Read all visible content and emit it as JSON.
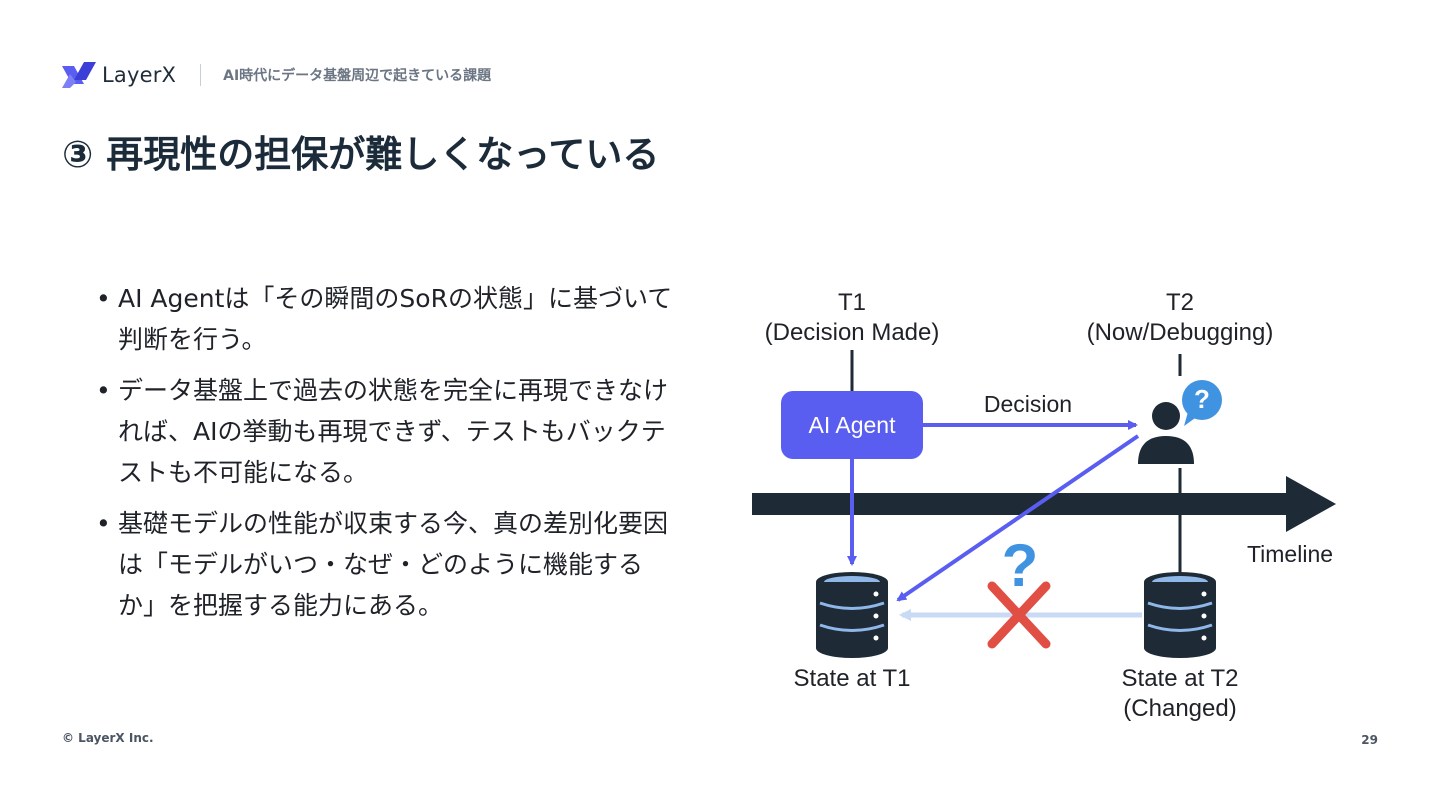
{
  "header": {
    "brand": "LayerX",
    "section_title": "AI時代にデータ基盤周辺で起きている課題"
  },
  "title": "③ 再現性の担保が難しくなっている",
  "bullets": [
    "AI Agentは「その瞬間のSoRの状態」に基づいて判断を行う。",
    "データ基盤上で過去の状態を完全に再現できなければ、AIの挙動も再現できず、テストもバックテストも不可能になる。",
    "基礎モデルの性能が収束する今、真の差別化要因は「モデルがいつ・なぜ・どのように機能するか」を把握する能力にある。"
  ],
  "diagram": {
    "t1_title": "T1",
    "t1_subtitle": "(Decision Made)",
    "t2_title": "T2",
    "t2_subtitle": "(Now/Debugging)",
    "agent_label": "AI Agent",
    "decision_label": "Decision",
    "timeline_label": "Timeline",
    "state1_label": "State at T1",
    "state2_title": "State at T2",
    "state2_subtitle": "(Changed)",
    "question_mark": "?",
    "colors": {
      "accent": "#5a5ef0",
      "dark": "#1e2a36",
      "db_fill": "#8fb7e8",
      "question": "#3f93e0",
      "cross": "#e04e44",
      "faded_arrow": "#c9daf4"
    }
  },
  "footer": {
    "copyright": "© LayerX Inc.",
    "page": "29"
  }
}
